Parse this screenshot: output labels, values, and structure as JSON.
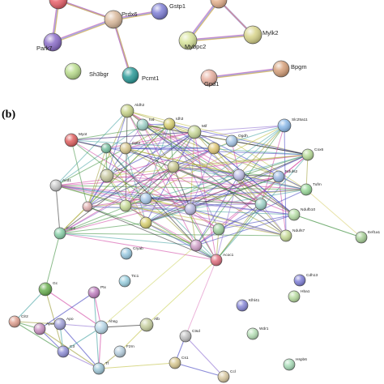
{
  "panel_b_label": "(b)",
  "panel_a": {
    "nodes": [
      {
        "id": "a_top1",
        "label": "",
        "color": "#e8606a"
      },
      {
        "id": "Prdx6",
        "label": "Prdx6",
        "color": "#d9b89a"
      },
      {
        "id": "Gstp1",
        "label": "Gstp1",
        "color": "#7f7fd6"
      },
      {
        "id": "Park7",
        "label": "Park7",
        "color": "#8a6cc8"
      },
      {
        "id": "Sh3bgr",
        "label": "Sh3bgr",
        "color": "#b9dc8c"
      },
      {
        "id": "Pcmt1",
        "label": "Pcmt1",
        "color": "#2a9a98"
      },
      {
        "id": "a_top2",
        "label": "",
        "color": "#e4b08c"
      },
      {
        "id": "Mybpc2",
        "label": "Mybpc2",
        "color": "#d8e49a"
      },
      {
        "id": "Mylk2",
        "label": "Mylk2",
        "color": "#d8d48a"
      },
      {
        "id": "Gpd1",
        "label": "Gpd1",
        "color": "#e8b0a0"
      },
      {
        "id": "Bpgm",
        "label": "Bpgm",
        "color": "#d6a07a"
      }
    ],
    "edges": [
      [
        "Prdx6",
        "a_top1"
      ],
      [
        "Prdx6",
        "Gstp1"
      ],
      [
        "Prdx6",
        "Park7"
      ],
      [
        "Prdx6",
        "Pcmt1"
      ],
      [
        "Park7",
        "a_top1"
      ],
      [
        "a_top2",
        "Mybpc2"
      ],
      [
        "a_top2",
        "Mylk2"
      ],
      [
        "Mybpc2",
        "Mylk2"
      ],
      [
        "Gpd1",
        "Bpgm"
      ]
    ]
  },
  "panel_b": {
    "nodes": [
      {
        "id": "Aldh2",
        "label": "Aldh2",
        "color": "#c8d48a"
      },
      {
        "id": "Myot",
        "label": "Myot",
        "color": "#e06060"
      },
      {
        "id": "Ivd",
        "label": "Ivd",
        "color": "#9fd2c8"
      },
      {
        "id": "Idh3",
        "label": "Idh3",
        "color": "#d8d070"
      },
      {
        "id": "Mif",
        "label": "Mif",
        "color": "#c8d898"
      },
      {
        "id": "Ogdh",
        "label": "Ogdh",
        "color": "#a8c8e8"
      },
      {
        "id": "Slc25a11",
        "label": "Slc25a11",
        "color": "#8ab8e8"
      },
      {
        "id": "Cox6",
        "label": "Cox6",
        "color": "#b8dc98"
      },
      {
        "id": "Cpt2",
        "label": "Cpt2",
        "color": "#d8c890"
      },
      {
        "id": "Acs1",
        "label": "Acs1",
        "color": "#c8c8a0"
      },
      {
        "id": "Ndufs2",
        "label": "Ndufs2",
        "color": "#9ab8e0"
      },
      {
        "id": "Tufm",
        "label": "Tufm",
        "color": "#98d898"
      },
      {
        "id": "Ndufb10",
        "label": "Ndufb10",
        "color": "#b8e0a8"
      },
      {
        "id": "Acd1",
        "label": "Acd1",
        "color": "#c8c8c8"
      },
      {
        "id": "Ndufs7",
        "label": "Ndufs7",
        "color": "#c8dc98"
      },
      {
        "id": "Cyp2",
        "label": "Cyp2",
        "color": "#88d0a8"
      },
      {
        "id": "Eef1a1",
        "label": "Eef1a1",
        "color": "#a8d098"
      },
      {
        "id": "Cryab",
        "label": "Cryab",
        "color": "#98c8e0"
      },
      {
        "id": "Ttc1",
        "label": "Ttc1",
        "color": "#9ad0e0"
      },
      {
        "id": "Acoc1",
        "label": "Acoc1",
        "color": "#e07080"
      },
      {
        "id": "Cdh13",
        "label": "Cdh13",
        "color": "#8080d8"
      },
      {
        "id": "Hba1",
        "label": "Hba1",
        "color": "#b8dca0"
      },
      {
        "id": "Gc",
        "label": "Gc",
        "color": "#6ab050"
      },
      {
        "id": "Ptx",
        "label": "Ptx",
        "color": "#c080c0"
      },
      {
        "id": "Klhl41",
        "label": "Klhl41",
        "color": "#8888d8"
      },
      {
        "id": "Clr2",
        "label": "Clr2",
        "color": "#e0a090"
      },
      {
        "id": "Apoh",
        "label": "Apoh",
        "color": "#c890c0"
      },
      {
        "id": "Apo",
        "label": "Apo",
        "color": "#a0a0d8"
      },
      {
        "id": "Ahsg",
        "label": "Ahsg",
        "color": "#b8d8e8"
      },
      {
        "id": "Alb",
        "label": "Alb",
        "color": "#c8d0a0"
      },
      {
        "id": "Ctsd",
        "label": "Ctsd",
        "color": "#c0c0c0"
      },
      {
        "id": "Wdr1",
        "label": "Wdr1",
        "color": "#b8e0b8"
      },
      {
        "id": "Hspb6",
        "label": "Hspb6",
        "color": "#a8dcb8"
      },
      {
        "id": "C3",
        "label": "C3",
        "color": "#9090d8"
      },
      {
        "id": "F2rn",
        "label": "F2rn",
        "color": "#b8d0e0"
      },
      {
        "id": "Ccl",
        "label": "Ccl",
        "color": "#d8c8a0"
      },
      {
        "id": "Cs1",
        "label": "Cs1",
        "color": "#d8c890"
      },
      {
        "id": "Tf",
        "label": "Tf",
        "color": "#a0c8d8"
      },
      {
        "id": "b_misc1",
        "label": "",
        "color": "#78c0a0"
      },
      {
        "id": "b_misc2",
        "label": "",
        "color": "#e0c878"
      },
      {
        "id": "b_misc3",
        "label": "",
        "color": "#c0c0e8"
      },
      {
        "id": "b_misc4",
        "label": "",
        "color": "#a0d0a0"
      },
      {
        "id": "b_misc5",
        "label": "",
        "color": "#d0a0c8"
      },
      {
        "id": "b_misc6",
        "label": "",
        "color": "#c8c890"
      },
      {
        "id": "b_misc7",
        "label": "",
        "color": "#a8c8e8"
      },
      {
        "id": "b_misc8",
        "label": "",
        "color": "#9fd2c8"
      },
      {
        "id": "b_misc9",
        "label": "",
        "color": "#d8d070"
      },
      {
        "id": "b_misc10",
        "label": "",
        "color": "#b8b8e0"
      },
      {
        "id": "b_misc11",
        "label": "",
        "color": "#c8dc98"
      },
      {
        "id": "b_misc12",
        "label": "",
        "color": "#e0b0b0"
      }
    ]
  }
}
